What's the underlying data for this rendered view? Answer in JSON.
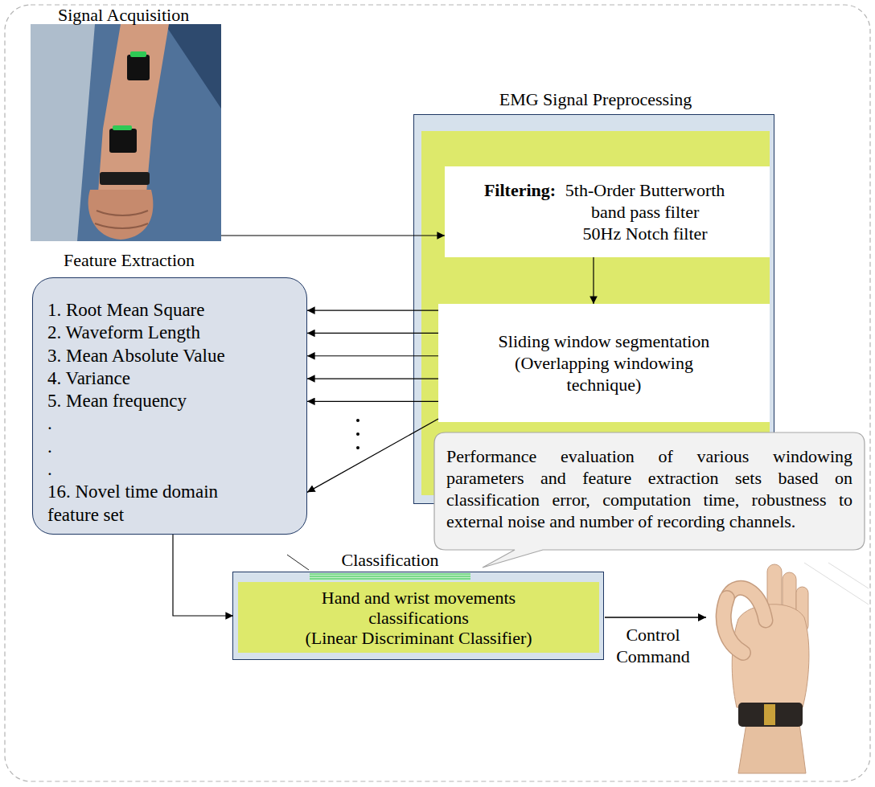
{
  "diagram": {
    "nodes": [
      {
        "text": [
          "Signal Acquisition"
        ]
      },
      {
        "text": [
          "EMG Signal Preprocessing"
        ]
      },
      {
        "text": [
          "Filtering:",
          "5th-Order Butterworth band pass filter",
          "50Hz Notch filter"
        ],
        "in": 1
      },
      {
        "text": [
          "Sliding window segmentation",
          "(Overlapping windowing technique)"
        ],
        "in": 1
      },
      {
        "text": [
          "Feature Extraction",
          "1. Root Mean Square",
          "2. Waveform Length",
          "3. Mean Absolute Value",
          "4. Variance",
          "5. Mean frequency",
          ".",
          ".",
          ".",
          "16. Novel time domain feature set"
        ]
      },
      {
        "text": [
          "Performance evaluation of various windowing parameters and feature extraction sets based on classification error, computation time, robustness to external noise and number of recording channels."
        ]
      },
      {
        "text": [
          "Classification",
          "Hand and wrist movements classifications",
          "(Linear Discriminant Classifier)"
        ]
      }
    ],
    "edges": [
      {
        "from": 0,
        "to": 2,
        "arrow": "to"
      },
      {
        "from": 2,
        "to": 3,
        "arrow": "to"
      },
      {
        "from": 3,
        "to": 4,
        "arrow": "to"
      },
      {
        "from": 3,
        "to": 4,
        "arrow": "to"
      },
      {
        "from": 3,
        "to": 4,
        "arrow": "to"
      },
      {
        "from": 3,
        "to": 4,
        "arrow": "to"
      },
      {
        "from": 3,
        "to": 4,
        "arrow": "to"
      },
      {
        "from": 3,
        "to": 4,
        "arrow": "to"
      },
      {
        "from": 4,
        "to": 6,
        "arrow": "to"
      }
    ],
    "labels": [
      "Control Command"
    ]
  }
}
